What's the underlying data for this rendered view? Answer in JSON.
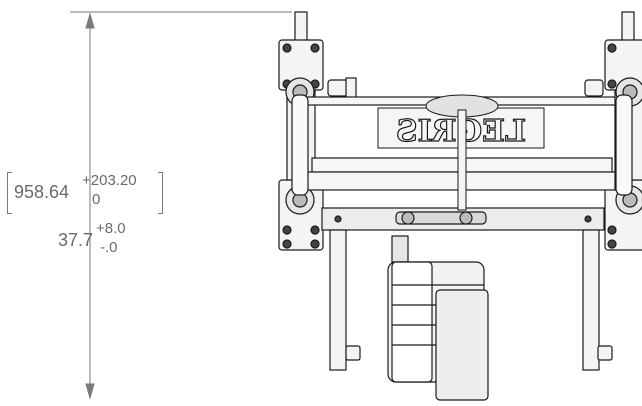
{
  "dimension": {
    "metric": {
      "nominal": "958.64",
      "upper_tol": "+203.20",
      "lower_tol": "0"
    },
    "imperial": {
      "nominal": "37.7",
      "upper_tol": "+8.0",
      "lower_tol": "-.0"
    }
  },
  "logo_text": "LEGRIS",
  "colors": {
    "line": "#1a1a1a",
    "dim": "#7a7a7a",
    "fill_light": "#f4f4f4",
    "fill_mid": "#d9d9d9"
  }
}
